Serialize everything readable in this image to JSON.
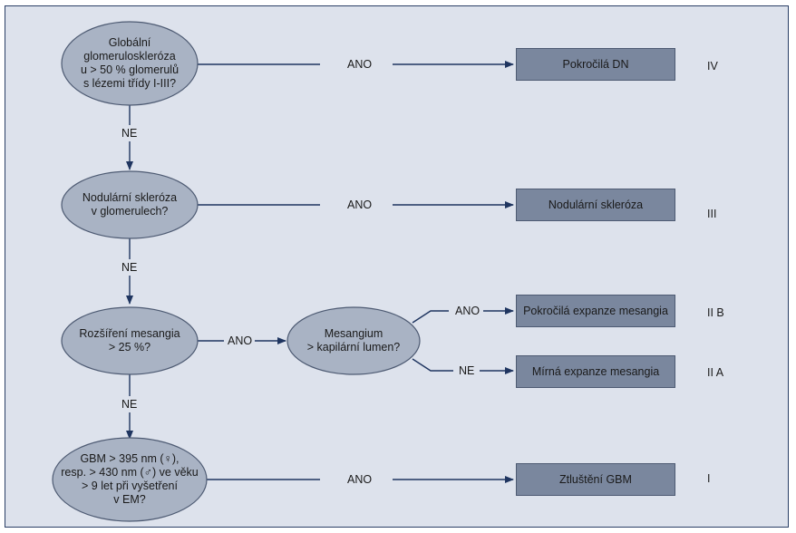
{
  "questions": {
    "q1": "Globální glomeruloskleróza u > 50 % glomerulů s lézemi třídy I-III?",
    "q2": "Nodulární skleróza v glomerulech?",
    "q3": "Rozšíření mesangia > 25 %?",
    "q4": "Mesangium > kapilární lumen?",
    "q5": "GBM > 395 nm (♀), resp. > 430 nm (♂) ve věku > 9 let při vyšetření v EM?"
  },
  "question_lines": {
    "q1": [
      "Globální",
      "glomeruloskleróza",
      "u > 50 % glomerulů",
      "s lézemi třídy I-III?"
    ],
    "q2": [
      "Nodulární skleróza",
      "v glomerulech?"
    ],
    "q3": [
      "Rozšíření mesangia",
      "> 25 %?"
    ],
    "q4": [
      "Mesangium",
      "> kapilární lumen?"
    ],
    "q5": [
      "GBM > 395 nm (♀),",
      "resp. > 430 nm (♂) ve věku",
      "> 9 let při vyšetření",
      "v EM?"
    ]
  },
  "labels": {
    "yes": "ANO",
    "no": "NE"
  },
  "outcomes": {
    "o1": "Pokročilá DN",
    "o2": "Nodulární skleróza",
    "o3": "Pokročilá expanze mesangia",
    "o4": "Mírná expanze mesangia",
    "o5": "Ztluštění GBM"
  },
  "classes": {
    "o1": "IV",
    "o2": "III",
    "o3": "II B",
    "o4": "II A",
    "o5": "I"
  },
  "colors": {
    "node_fill": "#a9b3c4",
    "box_fill": "#7a879e",
    "panel_bg": "#dde2ec",
    "arrow": "#1f3560"
  }
}
